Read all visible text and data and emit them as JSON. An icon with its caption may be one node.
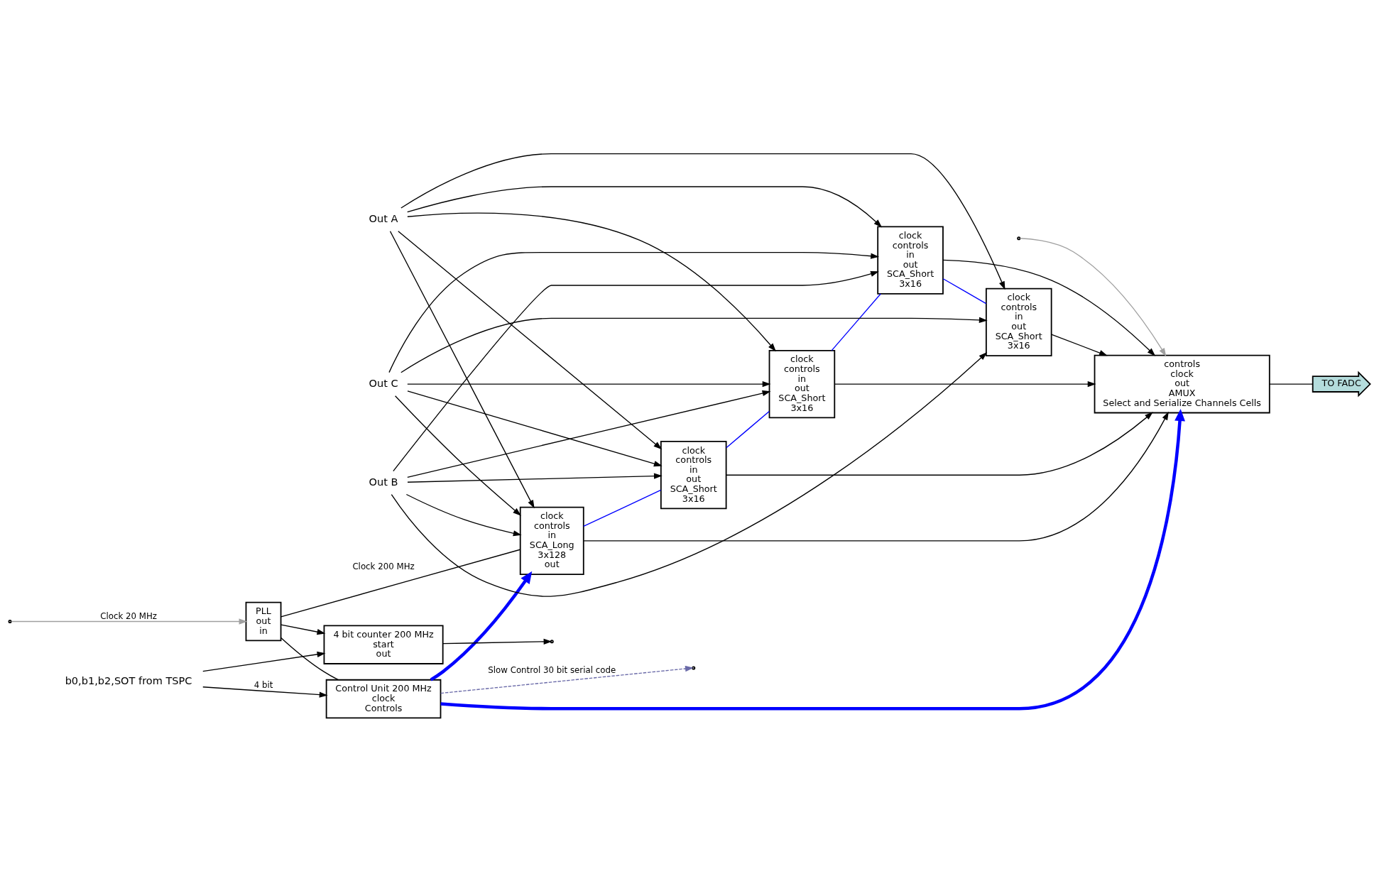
{
  "diagram": {
    "nodes": [
      {
        "text": [
          "Control Unit 200 MHz",
          "clock",
          "Controls"
        ]
      },
      {
        "text": [
          "clock",
          "controls",
          "in",
          "SCA_Long",
          "3x128",
          "out"
        ]
      },
      {
        "text": [
          "clock",
          "controls",
          "in",
          "out",
          "SCA_Short",
          "3x16"
        ]
      },
      {
        "text": [
          "clock",
          "controls",
          "in",
          "out",
          "SCA_Short",
          "3x16"
        ]
      },
      {
        "text": [
          "clock",
          "controls",
          "in",
          "out",
          "SCA_Short",
          "3x16"
        ]
      },
      {
        "text": [
          "clock",
          "controls",
          "in",
          "out",
          "SCA_Short",
          "3x16"
        ]
      },
      {
        "text": [
          "controls",
          "clock",
          "out",
          "AMUX",
          "Select and Serialize Channels Cells"
        ]
      },
      {
        "text": [
          "TO FADC"
        ]
      },
      {
        "text": [
          "PLL",
          "out",
          "in"
        ]
      },
      {
        "text": [
          "4 bit counter 200 MHz",
          "start",
          "out"
        ]
      },
      {
        "text": [
          "Out A"
        ]
      },
      {
        "text": [
          "Out B"
        ]
      },
      {
        "text": [
          "Out C"
        ]
      },
      {
        "text": [
          "b0,b1,b2,SOT from TSPC"
        ]
      }
    ],
    "edges": [
      {
        "from": 13,
        "to": 0,
        "arrow": "to",
        "label": "4 bit"
      },
      {
        "from": 0,
        "to": 1,
        "arrow": "to",
        "style": "thick",
        "color": "#0000ff"
      },
      {
        "from": 0,
        "to": 6,
        "arrow": "to",
        "style": "thick",
        "color": "#0000ff"
      },
      {
        "from": 0,
        "to": null,
        "arrow": "to",
        "label": "Slow Control 30 bit serial code",
        "style": "dashed",
        "color": "#6a6aa8"
      },
      {
        "from": 8,
        "to": 1,
        "arrow": "none",
        "label": "Clock 200 MHz"
      },
      {
        "from": 8,
        "to": 0,
        "arrow": "none"
      },
      {
        "from": 8,
        "to": 9,
        "arrow": "to"
      },
      {
        "from": 13,
        "to": 9,
        "arrow": "to"
      },
      {
        "from": null,
        "to": 8,
        "arrow": "to",
        "label": "Clock 20 MHz",
        "color": "#a0a0a0"
      },
      {
        "from": null,
        "to": 6,
        "arrow": "to",
        "color": "#a0a0a0"
      },
      {
        "from": 10,
        "to": 1,
        "arrow": "to"
      },
      {
        "from": 10,
        "to": 2,
        "arrow": "to"
      },
      {
        "from": 10,
        "to": 3,
        "arrow": "to"
      },
      {
        "from": 10,
        "to": 4,
        "arrow": "to"
      },
      {
        "from": 10,
        "to": 5,
        "arrow": "to"
      },
      {
        "from": 11,
        "to": 1,
        "arrow": "to"
      },
      {
        "from": 11,
        "to": 2,
        "arrow": "to"
      },
      {
        "from": 11,
        "to": 3,
        "arrow": "to"
      },
      {
        "from": 11,
        "to": 4,
        "arrow": "to"
      },
      {
        "from": 11,
        "to": 5,
        "arrow": "to"
      },
      {
        "from": 12,
        "to": 1,
        "arrow": "to"
      },
      {
        "from": 12,
        "to": 2,
        "arrow": "to"
      },
      {
        "from": 12,
        "to": 3,
        "arrow": "to"
      },
      {
        "from": 12,
        "to": 4,
        "arrow": "to"
      },
      {
        "from": 12,
        "to": 5,
        "arrow": "to"
      },
      {
        "from": 1,
        "to": 2,
        "arrow": "none",
        "color": "#0000ff"
      },
      {
        "from": 2,
        "to": 3,
        "arrow": "none",
        "color": "#0000ff"
      },
      {
        "from": 3,
        "to": 4,
        "arrow": "none",
        "color": "#0000ff"
      },
      {
        "from": 4,
        "to": 5,
        "arrow": "none",
        "color": "#0000ff"
      },
      {
        "from": 1,
        "to": 6,
        "arrow": "to"
      },
      {
        "from": 2,
        "to": 6,
        "arrow": "to"
      },
      {
        "from": 3,
        "to": 6,
        "arrow": "to"
      },
      {
        "from": 4,
        "to": 6,
        "arrow": "to"
      },
      {
        "from": 5,
        "to": 6,
        "arrow": "to"
      },
      {
        "from": 6,
        "to": 7,
        "arrow": "none"
      },
      {
        "from": 9,
        "to": null,
        "arrow": "to"
      }
    ]
  }
}
